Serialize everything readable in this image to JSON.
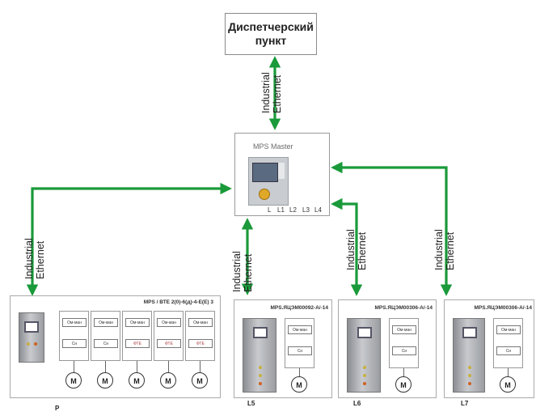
{
  "dispatch": {
    "title": "Диспетчерский\nпункт"
  },
  "bus": {
    "line1": "Industrial",
    "line2": "Ethernet"
  },
  "master": {
    "title": "MPS Master",
    "ports": [
      "L",
      "L1",
      "L2",
      "L3",
      "L4"
    ]
  },
  "panels": [
    {
      "title": "MPS / ВТЕ 2(0)-6(д)-4-Е(Е) 3",
      "label": "Р",
      "modules": [
        {
          "top": "Ом-ман",
          "bottom": "Сн"
        },
        {
          "top": "Ом-ман",
          "bottom": "Сн"
        },
        {
          "top": "Ом-ман",
          "bottom": "ФТЕ"
        },
        {
          "top": "Ом-ман",
          "bottom": "ФТЕ"
        },
        {
          "top": "Ом-ман",
          "bottom": "ФТЕ"
        }
      ]
    },
    {
      "title": "MPS.ЯЦЭМ00092-А/-14",
      "label": "L5",
      "modules": [
        {
          "top": "Ом-ман",
          "bottom": "Сн"
        }
      ]
    },
    {
      "title": "MPS.ЯЦЭМ00306-А/-14",
      "label": "L6",
      "modules": [
        {
          "top": "Ом-ман",
          "bottom": "Сн"
        }
      ]
    },
    {
      "title": "MPS.ЯЦЭМ00306-А/-14",
      "label": "L7",
      "modules": [
        {
          "top": "Ом-ман",
          "bottom": "Сн"
        }
      ]
    }
  ],
  "motor_symbol": "M",
  "colors": {
    "link": "#1a9a3a",
    "border": "#9a9a9a"
  }
}
